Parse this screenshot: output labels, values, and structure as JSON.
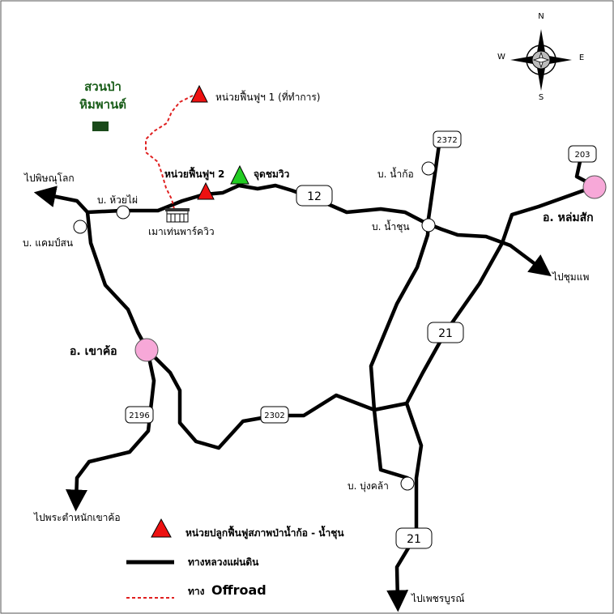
{
  "park_name": {
    "line1": "สวนป่า",
    "line2": "หิมพานต์"
  },
  "compass": {
    "n": "N",
    "s": "S",
    "e": "E",
    "w": "W"
  },
  "places": {
    "unit1": "หน่วยฟื้นฟูฯ 1 (ที่ทำการ)",
    "unit2": "หน่วยฟื้นฟูฯ 2",
    "viewpoint": "จุดชมวิว",
    "huai_phai": "บ. ห้วยไผ่",
    "khaem_son": "บ. แคมป์สน",
    "mountain_park": "เมาเท่นพาร์ควิว",
    "nam_ko": "บ. น้ำก้อ",
    "nam_chun": "บ. น้ำชุน",
    "lom_sak": "อ. หล่มสัก",
    "khao_kho": "อ. เขาค้อ",
    "bung_khla": "บ. บุ่งคล้า"
  },
  "destinations": {
    "phitsanulok": "ไปพิษณุโลก",
    "chum_phae": "ไปชุมแพ",
    "palace": "ไปพระตำหนักเขาค้อ",
    "phetchabun": "ไปเพชรบูรณ์"
  },
  "routes": {
    "r12": "12",
    "r2372": "2372",
    "r203": "203",
    "r21_upper": "21",
    "r21_lower": "21",
    "r2196": "2196",
    "r2302": "2302"
  },
  "legend": {
    "unit": "หน่วยปลูกฟื้นฟูสภาพป่าน้ำก้อ - น้ำชุน",
    "highway": "ทางหลวงแผ่นดิน",
    "offroad_prefix": "ทาง",
    "offroad_word": "Offroad"
  },
  "colors": {
    "road": "#000000",
    "offroad": "#e02020",
    "unit_marker": "#ee1111",
    "viewpoint_marker": "#22cc22",
    "district_circle": "#f7a8d8",
    "park_text": "#1a5e1a"
  }
}
